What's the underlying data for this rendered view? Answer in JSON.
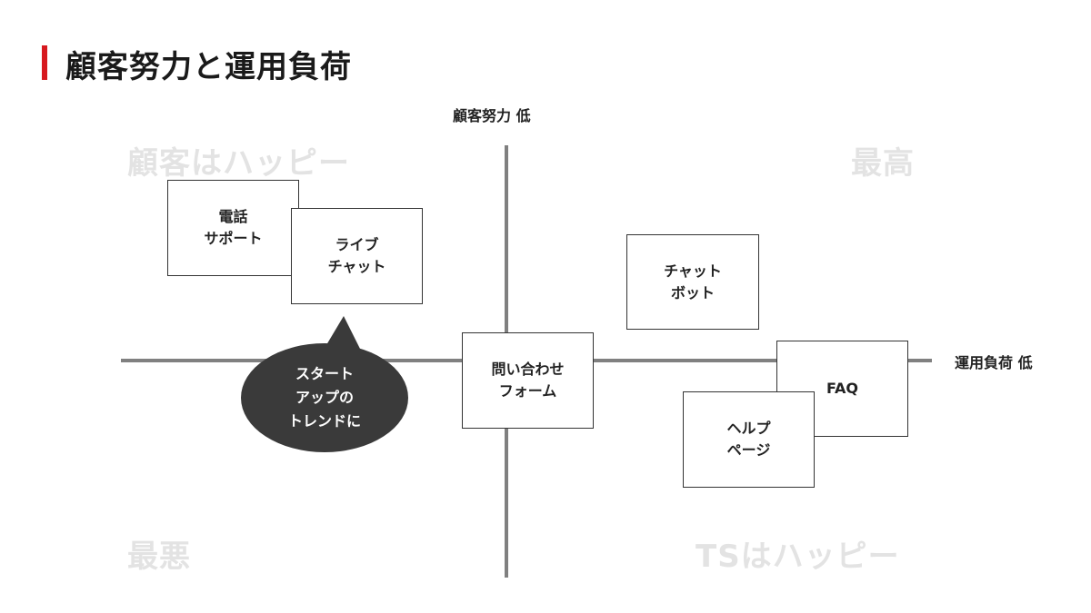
{
  "title": "顧客努力と運用負荷",
  "axes": {
    "top_label": "顧客努力 低",
    "right_label": "運用負荷 低"
  },
  "quadrants": {
    "top_left": "顧客はハッピー",
    "top_right": "最高",
    "bottom_left": "最悪",
    "bottom_right": "TSはハッピー"
  },
  "items": {
    "phone_support": "電話\nサポート",
    "live_chat": "ライブ\nチャット",
    "chatbot": "チャット\nボット",
    "inquiry_form": "問い合わせ\nフォーム",
    "faq": "FAQ",
    "help_page": "ヘルプ\nページ"
  },
  "callout": "スタート\nアップの\nトレンドに",
  "colors": {
    "accent": "#d7191f",
    "axis": "#808080",
    "quadrant_text": "#e3e3e3",
    "callout_bg": "#3a3a3a"
  }
}
